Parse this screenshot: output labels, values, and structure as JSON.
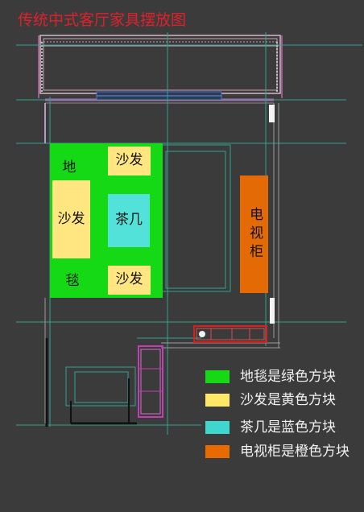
{
  "title": "传统中式客厅家具摆放图",
  "plan_labels": {
    "rug_top": "地",
    "rug_bottom": "毯",
    "sofa_left": "沙发",
    "sofa_top": "沙发",
    "sofa_bottom": "沙发",
    "tea_table": "茶几",
    "tv_cabinet": "电视柜"
  },
  "legend": [
    {
      "text": "地毯是绿色方块",
      "color": "#16d916",
      "icon": "green-square-icon"
    },
    {
      "text": "沙发是黄色方块",
      "color": "#ffe866",
      "icon": "yellow-square-icon"
    },
    {
      "text": "茶几是蓝色方块",
      "color": "#3fd6cf",
      "icon": "cyan-square-icon"
    },
    {
      "text": "电视柜是橙色方块",
      "color": "#e86b00",
      "icon": "orange-square-icon"
    }
  ],
  "colors": {
    "background": "#3b3b3b",
    "rug": "#16d916",
    "sofa": "#ffe680",
    "tea_table": "#52e2d9",
    "tv_cabinet": "#e46a06",
    "title": "#e0202a"
  }
}
